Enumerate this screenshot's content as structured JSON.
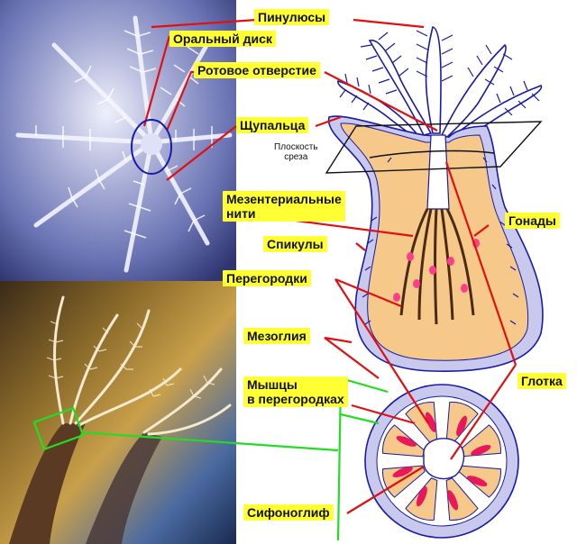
{
  "labels": {
    "pinnules": "Пинулюсы",
    "oral_disc": "Оральный диск",
    "mouth": "Ротовое отверстие",
    "tentacles": "Щупальца",
    "cut_plane": "Плоскость\nсреза",
    "mesenterial_filaments": "Мезентериальные\nнити",
    "gonads": "Гонады",
    "spicules": "Спикулы",
    "septa": "Перегородки",
    "mesoglea": "Мезоглия",
    "septal_muscles": "Мышцы\nв перегородках",
    "pharynx": "Глотка",
    "siphonoglyph": "Сифоноглиф"
  },
  "colors": {
    "label_bg": "#ffff33",
    "leader_red": "#e01010",
    "leader_green": "#22dd22",
    "outline_blue": "#1a1aa8",
    "body_outer": "#c9c9ee",
    "body_inner": "#f6c98a",
    "gonad": "#ff3d8b"
  }
}
